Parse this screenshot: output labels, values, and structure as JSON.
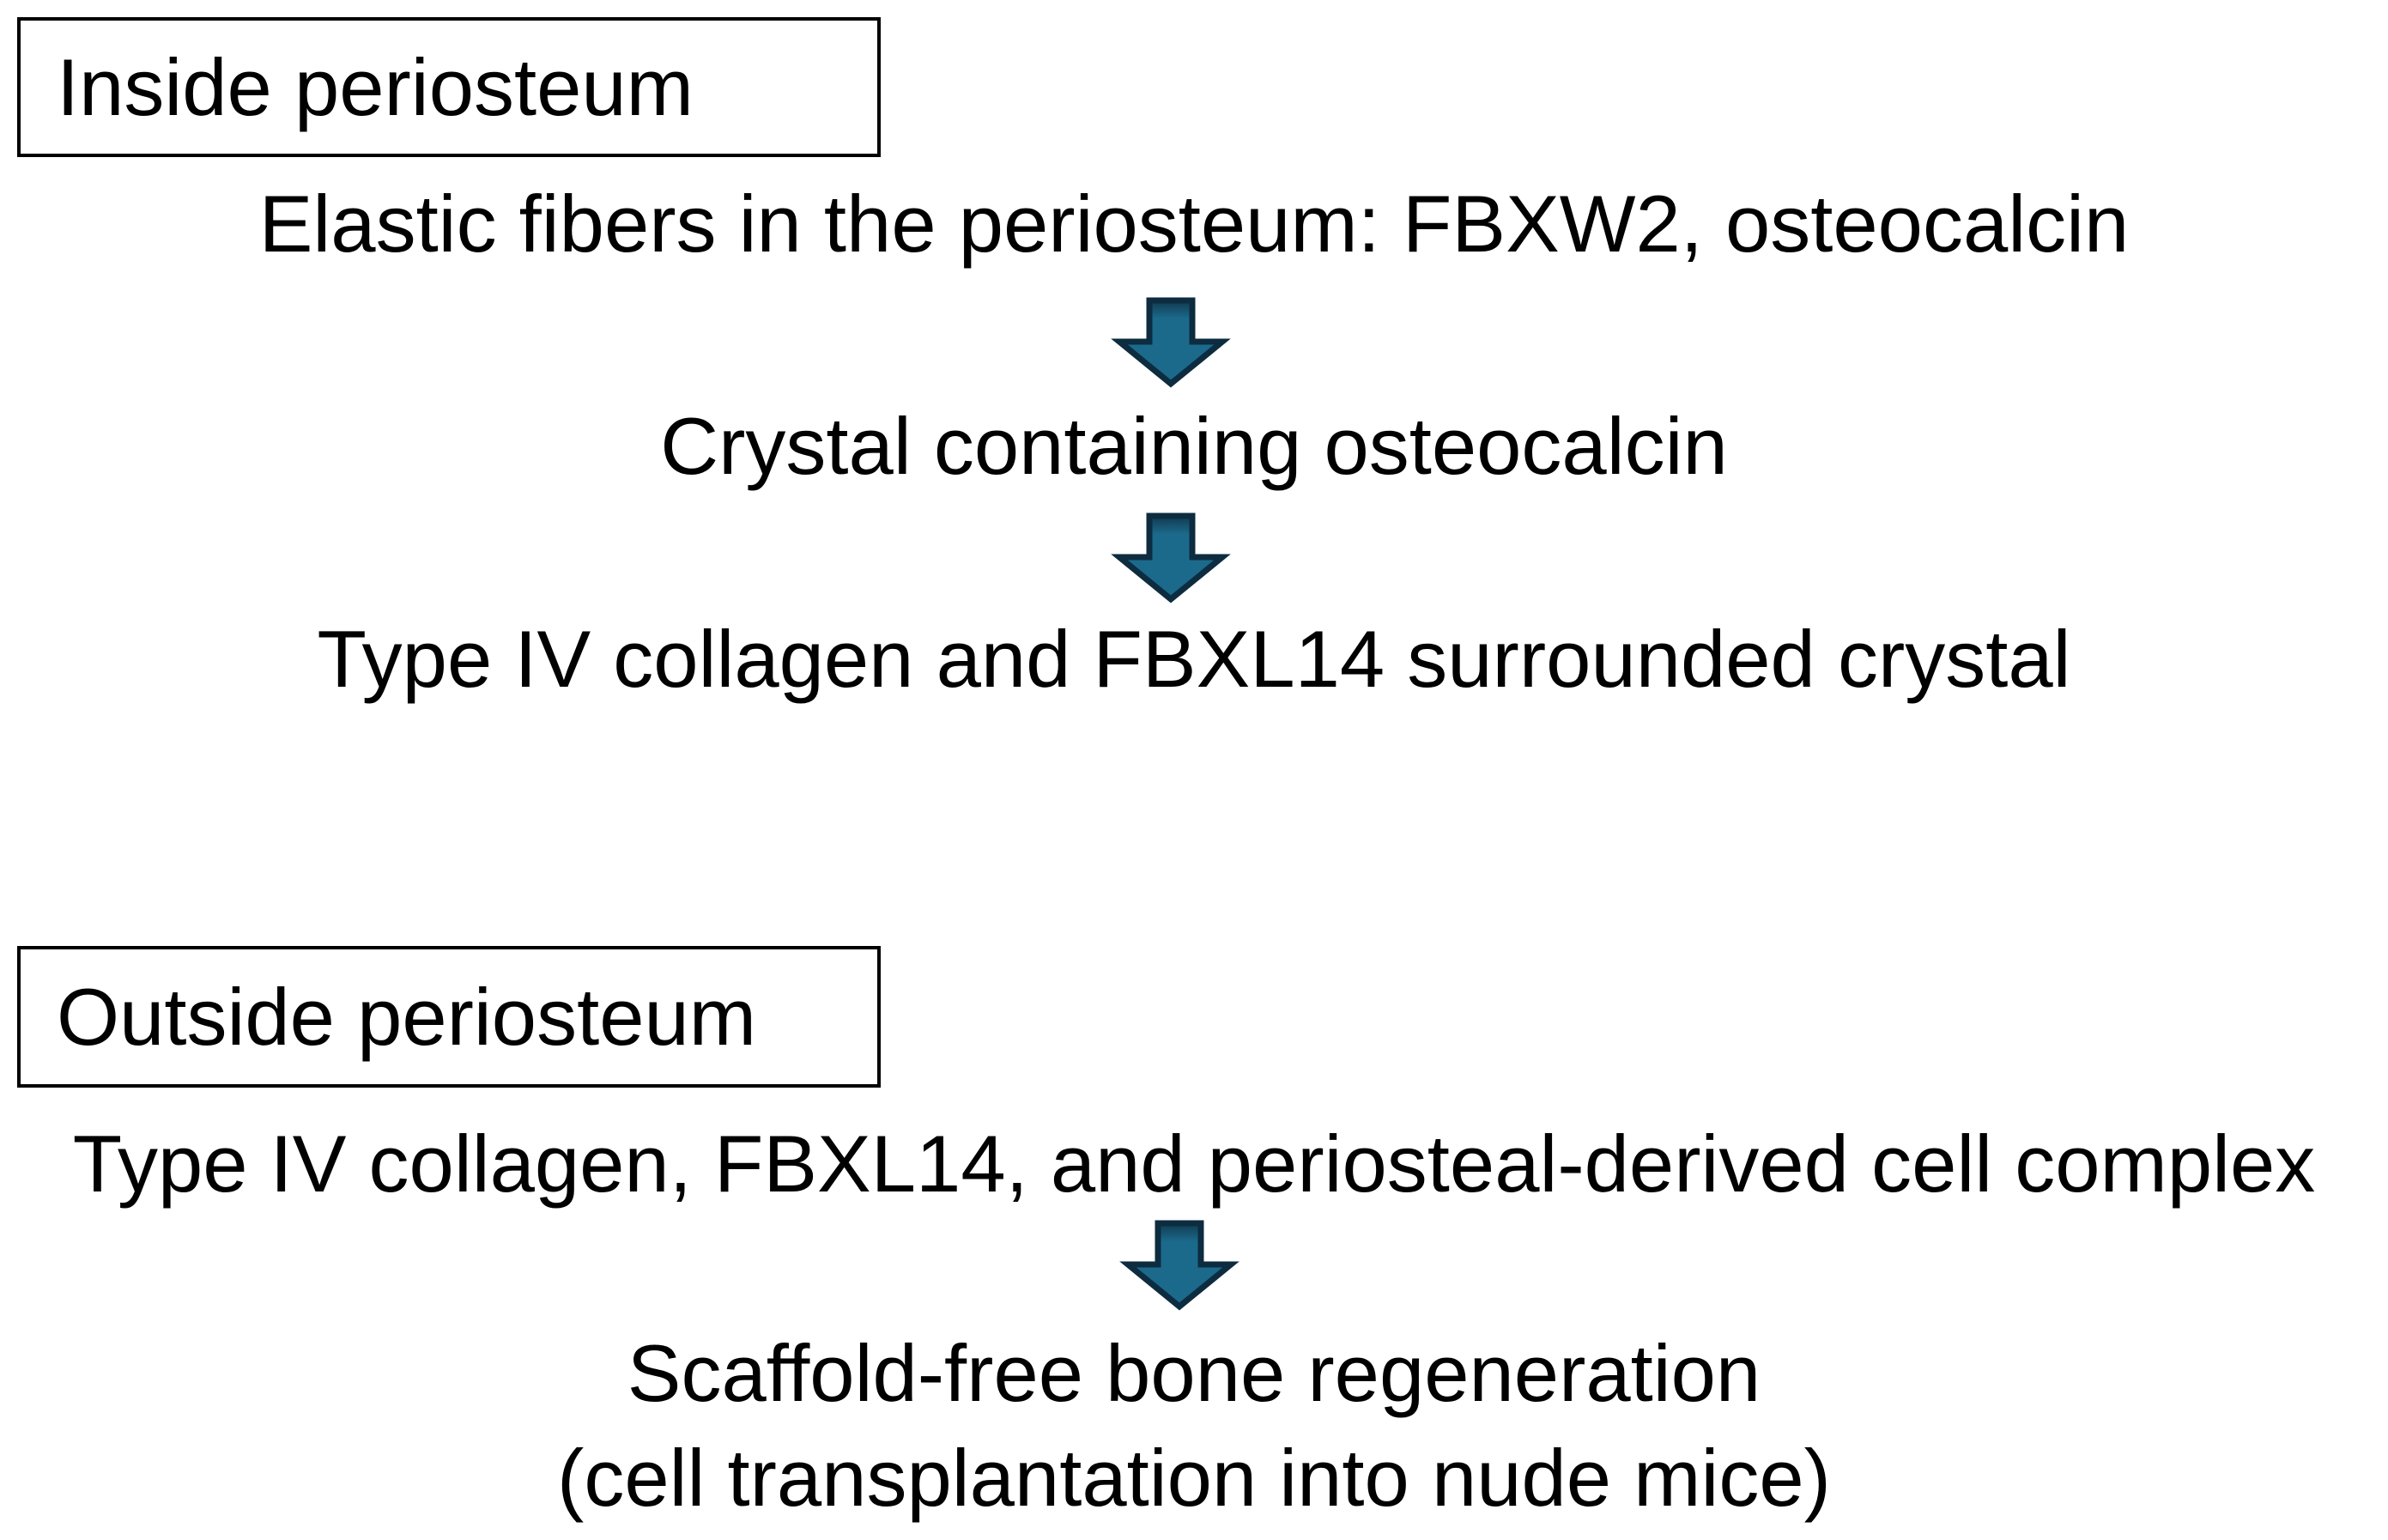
{
  "colors": {
    "background": "#ffffff",
    "text": "#000000",
    "box_border": "#000000",
    "arrow_fill": "#1b6a8c",
    "arrow_fill_top_shade": "#11394e",
    "arrow_outline": "#0d2c40"
  },
  "icons": [
    {
      "name": "down-arrow-icon",
      "shape": "block-arrow-down",
      "fill": "#1b6a8c",
      "outline": "#0d2c40"
    }
  ],
  "sections": [
    {
      "label": "Inside periosteum",
      "steps": [
        "Elastic fibers in the periosteum: FBXW2, osteocalcin",
        "Crystal containing osteocalcin",
        "Type IV collagen and FBXL14 surrounded crystal"
      ]
    },
    {
      "label": "Outside periosteum",
      "steps": [
        "Type IV collagen, FBXL14, and periosteal-derived cell complex",
        "Scaffold-free bone regeneration\n(cell transplantation into nude mice)"
      ]
    }
  ]
}
